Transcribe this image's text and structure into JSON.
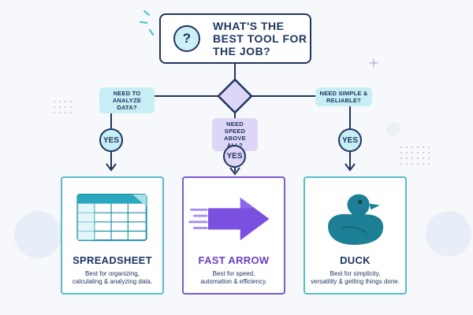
{
  "title": {
    "question_mark": "?",
    "lines": [
      "WHAT'S THE",
      "BEST TOOL FOR",
      "THE JOB?"
    ]
  },
  "branches": {
    "left": {
      "condition": [
        "NEED TO",
        "ANALYZE DATA?"
      ],
      "answer": "YES",
      "tool": "SPREADSHEET",
      "description": [
        "Best for organizing,",
        "calculating & analyzing data."
      ],
      "accent": "#1f9fb4"
    },
    "middle": {
      "condition": [
        "NEED SPEED",
        "ABOVE ALL?"
      ],
      "answer": "YES",
      "tool": "FAST ARROW",
      "description": [
        "Best for speed,",
        "automation & efficiency."
      ],
      "accent": "#6a3fc4"
    },
    "right": {
      "condition": [
        "NEED SIMPLE &",
        "RELIABLE?"
      ],
      "answer": "YES",
      "tool": "DUCK",
      "description": [
        "Best for simplicity,",
        "versatility & getting things done."
      ],
      "accent": "#1f7f92"
    }
  },
  "colors": {
    "navy": "#1f3560",
    "teal_light": "#c6eef4",
    "purple_light": "#ddd6f7",
    "purple": "#7a5ad0",
    "teal_border": "#57bcc8"
  },
  "icons": [
    "question-icon",
    "decision-diamond-icon",
    "spreadsheet-icon",
    "fast-arrow-icon",
    "duck-icon"
  ]
}
